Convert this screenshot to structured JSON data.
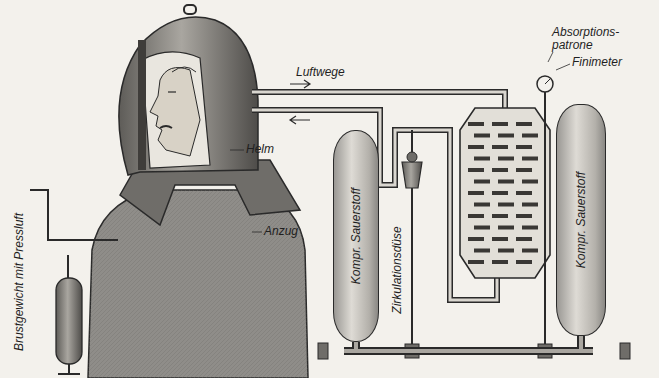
{
  "diagram": {
    "nodes": [
      {
        "text": [
          "Kompr. Sauerstoff"
        ]
      },
      {
        "text": [
          "Kompr. Sauerstoff"
        ]
      }
    ],
    "edges": [
      {
        "from": 0,
        "to": 1,
        "arrow": "none"
      }
    ],
    "labels": [
      "Luftwege",
      "Absorptions- patrone",
      "Finimeter",
      "Helm",
      "Anzug",
      "Brustgewicht mit Pressluft",
      "Zirkulationsdüse"
    ]
  }
}
